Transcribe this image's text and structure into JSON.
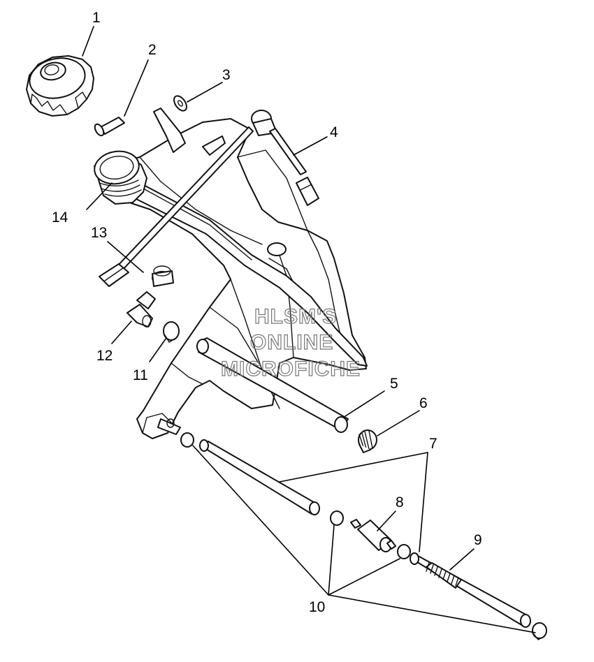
{
  "callouts": [
    {
      "id": "1",
      "label": "1",
      "part": "fuel-cap"
    },
    {
      "id": "2",
      "label": "2",
      "part": "pin"
    },
    {
      "id": "3",
      "label": "3",
      "part": "washer"
    },
    {
      "id": "4",
      "label": "4",
      "part": "vent-line-with-filter"
    },
    {
      "id": "5",
      "label": "5",
      "part": "hose"
    },
    {
      "id": "6",
      "label": "6",
      "part": "hose-clamp"
    },
    {
      "id": "7",
      "label": "7",
      "part": "fuel-hose"
    },
    {
      "id": "8",
      "label": "8",
      "part": "in-line-fuel-filter"
    },
    {
      "id": "9",
      "label": "9",
      "part": "fuel-line-with-spring-guard"
    },
    {
      "id": "10",
      "label": "10",
      "part": "hose-clamps"
    },
    {
      "id": "11",
      "label": "11",
      "part": "hose-clamp"
    },
    {
      "id": "12",
      "label": "12",
      "part": "elbow-fitting"
    },
    {
      "id": "13",
      "label": "13",
      "part": "grommet"
    },
    {
      "id": "14",
      "label": "14",
      "part": "fuel-tank"
    }
  ],
  "watermark": {
    "line1": "HLSM'S",
    "line2": "ONLINE",
    "line3": "MICROFICHE"
  }
}
